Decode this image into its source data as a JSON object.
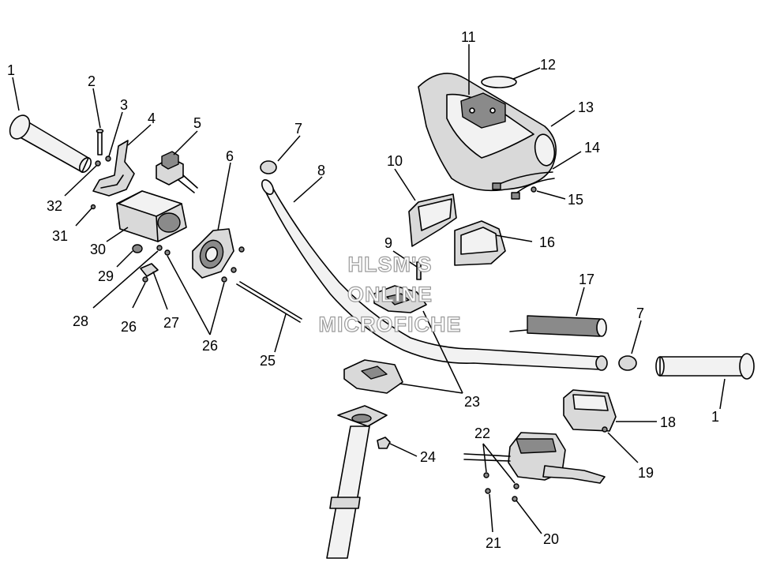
{
  "diagram": {
    "callouts": {
      "c1_left": "1",
      "c2": "2",
      "c3": "3",
      "c4": "4",
      "c5": "5",
      "c6": "6",
      "c7_left": "7",
      "c8": "8",
      "c9": "9",
      "c10": "10",
      "c11": "11",
      "c12": "12",
      "c13": "13",
      "c14": "14",
      "c15": "15",
      "c16": "16",
      "c17": "17",
      "c7_right": "7",
      "c1_right": "1",
      "c18": "18",
      "c19": "19",
      "c20": "20",
      "c21": "21",
      "c22": "22",
      "c23": "23",
      "c24": "24",
      "c25": "25",
      "c26_a": "26",
      "c26_b": "26",
      "c27": "27",
      "c28": "28",
      "c29": "29",
      "c30": "30",
      "c31": "31",
      "c32": "32"
    },
    "watermark": {
      "line1": "HLSM'S",
      "line2": "ONLINE",
      "line3": "MICROFICHE"
    }
  }
}
